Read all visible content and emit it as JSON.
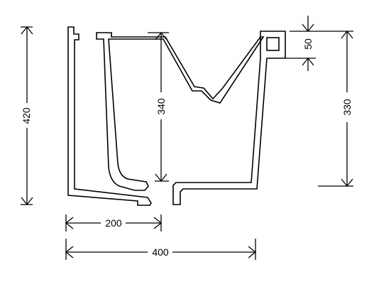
{
  "dimensions": {
    "overall_height": "420",
    "inner_height": "340",
    "right_height": "330",
    "top_lip": "50",
    "base_width": "200",
    "overall_width": "400"
  }
}
